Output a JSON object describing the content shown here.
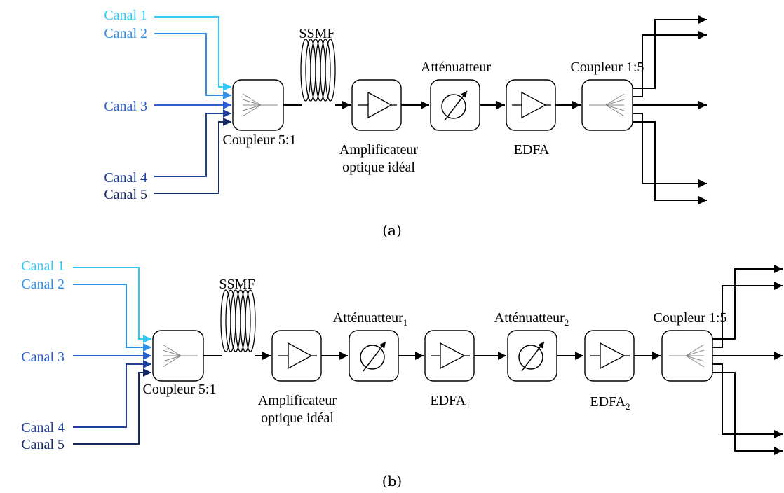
{
  "colors": {
    "canal_1": "#33c8f5",
    "canal_2": "#2f8ee6",
    "canal_3": "#2a5fd0",
    "canal_4": "#1f3f9a",
    "canal_5": "#162a66",
    "line": "#000000"
  },
  "a": {
    "caption": "(a)",
    "canals": [
      "Canal 1",
      "Canal 2",
      "Canal 3",
      "Canal 4",
      "Canal 5"
    ],
    "coupler_in": "Coupleur 5:1",
    "fiber": "SSMF",
    "amp_l1": "Amplificateur",
    "amp_l2": "optique idéal",
    "attenuator": "Atténuatteur",
    "edfa": "EDFA",
    "coupler_out": "Coupleur 1:5"
  },
  "b": {
    "caption": "(b)",
    "canals": [
      "Canal 1",
      "Canal 2",
      "Canal 3",
      "Canal 4",
      "Canal 5"
    ],
    "coupler_in": "Coupleur 5:1",
    "fiber": "SSMF",
    "amp_l1": "Amplificateur",
    "amp_l2": "optique idéal",
    "attenuator_1": "Atténuatteur",
    "attenuator_1_sub": "1",
    "edfa_1": "EDFA",
    "edfa_1_sub": "1",
    "attenuator_2": "Atténuatteur",
    "attenuator_2_sub": "2",
    "edfa_2": "EDFA",
    "edfa_2_sub": "2",
    "coupler_out": "Coupleur 1:5"
  }
}
